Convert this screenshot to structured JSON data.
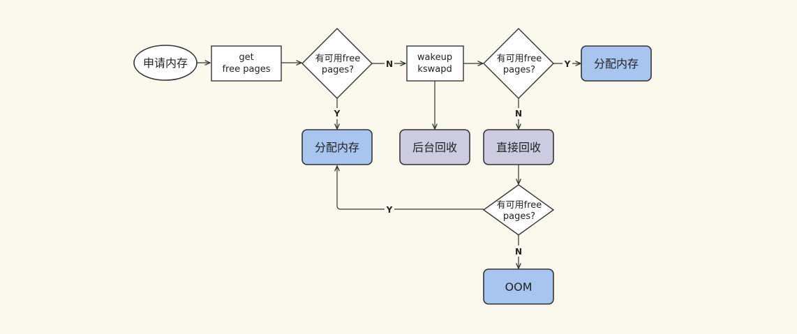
{
  "colors": {
    "background": "#fbf9ee",
    "blue_box": "#a8c5f0",
    "purple_box": "#cdcbe0",
    "white_box": "#ffffff",
    "stroke": "#333333"
  },
  "nodes": {
    "start": "申请内存",
    "get_free_pages": [
      "get",
      "free pages"
    ],
    "decision1": [
      "有可用free",
      "pages?"
    ],
    "wakeup_kswapd": [
      "wakeup",
      "kswapd"
    ],
    "decision2": [
      "有可用free",
      "pages?"
    ],
    "alloc_top_right": "分配内存",
    "alloc_middle": "分配内存",
    "background_reclaim": "后台回收",
    "direct_reclaim": "直接回收",
    "decision3": [
      "有可用free",
      "pages?"
    ],
    "oom": "OOM"
  },
  "edges": {
    "d1_no": "N",
    "d1_yes": "Y",
    "d2_yes": "Y",
    "d2_no": "N",
    "d3_yes": "Y",
    "d3_no": "N"
  }
}
